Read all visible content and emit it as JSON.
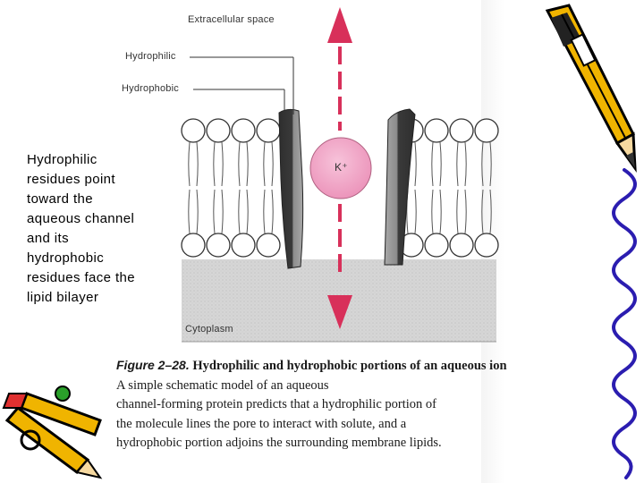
{
  "slide": {
    "side_text_lines": [
      "Hydrophilic",
      "residues point",
      "toward the",
      "aqueous channel",
      "and its",
      "hydrophobic",
      "residues face the",
      "lipid bilayer"
    ]
  },
  "figure": {
    "labels": {
      "extracellular": "Extracellular space",
      "hydrophilic": "Hydrophilic",
      "hydrophobic": "Hydrophobic",
      "cytoplasm": "Cytoplasm",
      "ion": "K⁺"
    },
    "caption": {
      "figure_label": "Figure 2–28.",
      "title": "Hydrophilic and hydrophobic portions of an aqueous ion channel.",
      "lines": [
        "A simple schematic model of an aqueous",
        "channel-forming protein predicts that a hydrophilic portion of",
        "the molecule lines the pore to interact with solute, and a",
        "hydrophobic portion adjoins the surrounding membrane lipids."
      ]
    },
    "colors": {
      "arrow": "#d8305a",
      "ion_fill": "#f2a6c6",
      "protein_dark": "#3a3a3a",
      "protein_light": "#9a9a9a",
      "cytoplasm": "#d9d9d9",
      "membrane_stripe": "#bdbdbd"
    }
  },
  "decorations": {
    "icons": [
      "pencil-icon",
      "crayon-pair-icon",
      "squiggle-border-icon"
    ]
  }
}
